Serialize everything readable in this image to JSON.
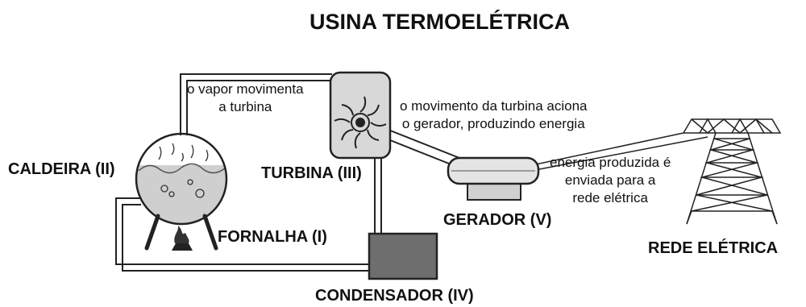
{
  "title": "USINA TERMOELÉTRICA",
  "components": {
    "caldeira": "CALDEIRA (II)",
    "turbina": "TURBINA (III)",
    "fornalha": "FORNALHA (I)",
    "condensador": "CONDENSADOR (IV)",
    "gerador": "GERADOR (V)",
    "rede": "REDE ELÉTRICA"
  },
  "notes": {
    "vapor_line1": "o vapor movimenta",
    "vapor_line2": "a turbina",
    "turbina_line1": "o movimento da turbina aciona",
    "turbina_line2": "o gerador, produzindo energia",
    "energia_line1": "energia produzida é",
    "energia_line2": "enviada para a",
    "energia_line3": "rede elétrica"
  },
  "colors": {
    "line": "#222222",
    "water": "#cfcfcf",
    "turbine_box": "#d8d8d8",
    "condenser": "#6e6e6e",
    "generator": "#e4e4e4"
  }
}
